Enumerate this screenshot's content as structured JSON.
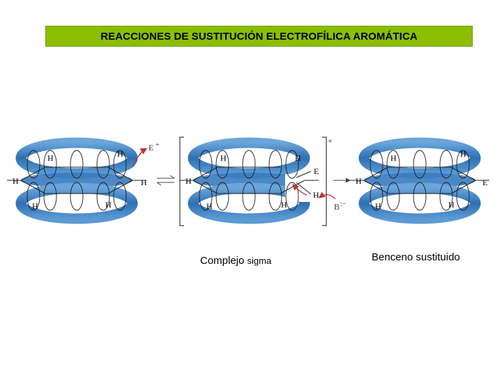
{
  "title": "REACCIONES DE SUSTITUCIÓN ELECTROFÍLICA AROMÁTICA",
  "captions": {
    "sigma_word1": "Complejo",
    "sigma_word2": "sigma",
    "substituted": "Benceno sustituido"
  },
  "atoms": {
    "H": "H",
    "E": "E",
    "E_plus": "E",
    "plus": "+",
    "base": "B",
    "base_charge": ":−",
    "bracket_charge": "+"
  },
  "colors": {
    "title_bg": "#8cbe00",
    "ring_blue": "#3a7bbf",
    "arrow_red": "#c0303a"
  }
}
